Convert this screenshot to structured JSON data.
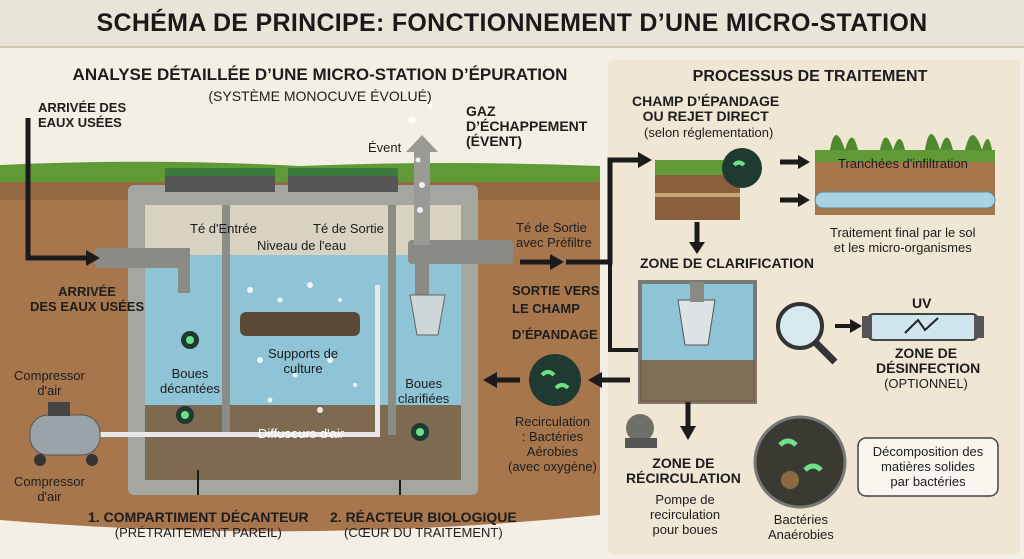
{
  "title": "SCHÉMA DE PRINCIPE: FONCTIONNEMENT D’UNE MICRO-STATION",
  "left": {
    "heading": "ANALYSE DÉTAILLÉE D’UNE MICRO-STATION D’ÉPURATION",
    "subheading": "(SYSTÈME MONOCUVE ÉVOLUÉ)",
    "inlet_top": [
      "ARRIVÉE DES",
      "EAUX USÉES"
    ],
    "inlet_bottom": [
      "ARRIVÉE",
      "DES EAUX USÉES"
    ],
    "gas": [
      "GAZ",
      "D’ÉCHAPPEMENT",
      "(ÉVENT)"
    ],
    "vent": "Évent",
    "te_entree": "Té d'Entrée",
    "te_sortie": "Té de Sortie",
    "niveau": "Niveau de l'eau",
    "supports": [
      "Supports de",
      "culture"
    ],
    "boues_decantees": [
      "Boues",
      "décantées"
    ],
    "boues_clarifiees": [
      "Boues",
      "clarifiées"
    ],
    "diffuseurs": "Diffuseurs d'air",
    "compressor_top": [
      "Compressor",
      "d'air"
    ],
    "compressor_bottom": [
      "Compressor",
      "d'air"
    ],
    "compartment1": [
      "1. COMPARTIMENT DÉCANTEUR",
      "(PRÉTRAITEMENT PAREIL)"
    ],
    "compartment2": [
      "2. RÉACTEUR BIOLOGIQUE",
      "(CŒUR DU TRAITEMENT)"
    ]
  },
  "middle": {
    "outlet_filter": [
      "Té de Sortie",
      "avec Préfiltre"
    ],
    "sortie": [
      "SORTIE VERS",
      "LE CHAMP",
      "D’ÉPANDAGE"
    ],
    "recirculation": [
      "Recirculation",
      ": Bactéries",
      "Aérobies",
      "(avec oxygène)"
    ]
  },
  "right": {
    "heading": "PROCESSUS DE TRAITEMENT",
    "champ": [
      "CHAMP D’ÉPANDAGE",
      "OU REJET DIRECT"
    ],
    "champ_note": "(selon réglementation)",
    "tranchees": "Tranchées d'infiltration",
    "traitement_final": [
      "Traitement final par le sol",
      "et les micro-organismes"
    ],
    "clarification": "ZONE DE CLARIFICATION",
    "uv": "UV",
    "desinfection": [
      "ZONE DE",
      "DÉSINFECTION",
      "(OPTIONNEL)"
    ],
    "recirc_zone": [
      "ZONE DE",
      "RÉCIRCULATION"
    ],
    "pompe": [
      "Pompe de",
      "recirculation",
      "pour boues"
    ],
    "bacteries": [
      "Bactéries",
      "Anaérobies"
    ],
    "decomposition": [
      "Décomposition des",
      "matières solides",
      "par bactéries"
    ]
  },
  "colors": {
    "soil": "#a8764d",
    "concrete": "#a6a6a1",
    "water": "#8fc4d6",
    "sludge": "#7a5a3a",
    "arrow": "#1b1b1b",
    "grass": "#5f9a36",
    "bacteria": "#6fe08a"
  },
  "icons": [
    "inlet-arrow-icon",
    "compressor-icon",
    "magnifier-icon",
    "uv-lamp-icon",
    "pump-icon",
    "bacteria-icon",
    "plant-icon"
  ]
}
